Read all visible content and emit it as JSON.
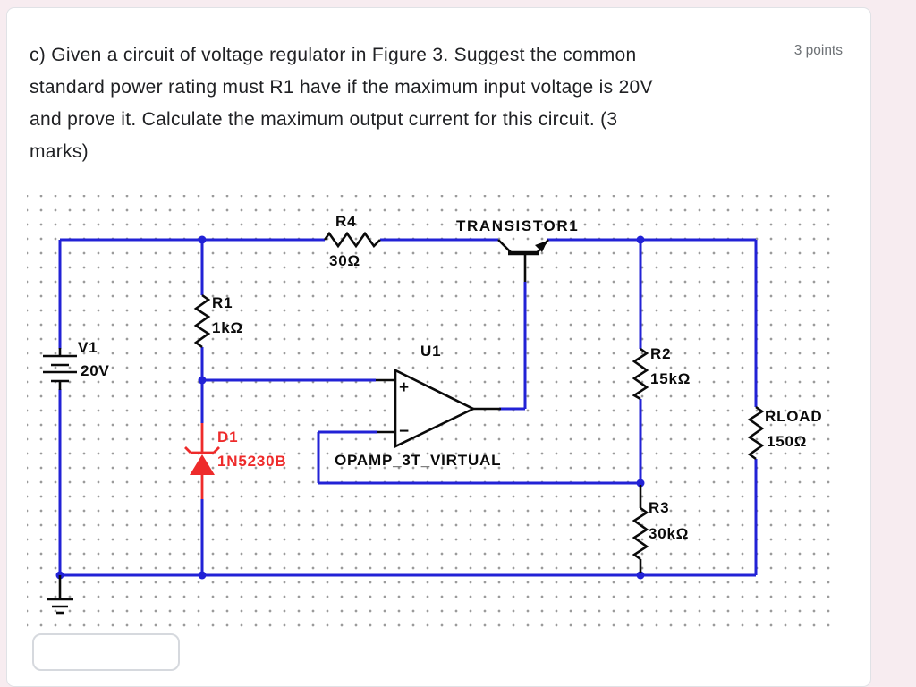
{
  "question": {
    "points_label": "3 points",
    "lines": [
      "c) Given a circuit of voltage regulator in Figure 3. Suggest the common",
      "standard power rating must R1 have if the maximum input voltage is 20V",
      "and prove it. Calculate the maximum output current for this circuit. (3",
      "marks)"
    ]
  },
  "schematic": {
    "wire_color": "#2222d6",
    "diode_color": "#ee2b2b",
    "component_color": "#0a0a0a",
    "labels": {
      "v1": {
        "name": "V1",
        "value": "20V"
      },
      "r1": {
        "name": "R1",
        "value": "1kΩ"
      },
      "r4": {
        "name": "R4",
        "value": "30Ω"
      },
      "r2": {
        "name": "R2",
        "value": "15kΩ"
      },
      "r3": {
        "name": "R3",
        "value": "30kΩ"
      },
      "rload": {
        "name": "RLOAD",
        "value": "150Ω"
      },
      "d1": {
        "name": "D1",
        "value": "1N5230B"
      },
      "u1": {
        "name": "U1",
        "value": "OPAMP_3T_VIRTUAL"
      },
      "transistor": {
        "name": "TRANSISTOR1"
      },
      "opamp": {
        "plus": "+",
        "minus": "−"
      }
    }
  }
}
